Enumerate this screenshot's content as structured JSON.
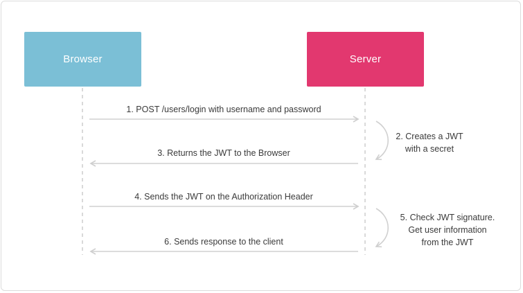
{
  "actors": {
    "browser": {
      "label": "Browser",
      "color": "#7bbfd6"
    },
    "server": {
      "label": "Server",
      "color": "#e2386f"
    }
  },
  "messages": [
    {
      "step": 1,
      "label": "1. POST /users/login with username and password",
      "direction": "browser-to-server"
    },
    {
      "step": 3,
      "label": "3. Returns the JWT to the Browser",
      "direction": "server-to-browser"
    },
    {
      "step": 4,
      "label": "4. Sends the JWT on the Authorization Header",
      "direction": "browser-to-server"
    },
    {
      "step": 6,
      "label": "6. Sends response to the client",
      "direction": "server-to-browser"
    }
  ],
  "self_notes": [
    {
      "step": 2,
      "lines": [
        "2. Creates a JWT",
        "with a secret"
      ]
    },
    {
      "step": 5,
      "lines": [
        "5. Check JWT signature.",
        "Get user information",
        "from the JWT"
      ]
    }
  ],
  "colors": {
    "arrow": "#d0d0d0",
    "lifeline": "#d0d0d0",
    "text": "#3a3a3a"
  }
}
